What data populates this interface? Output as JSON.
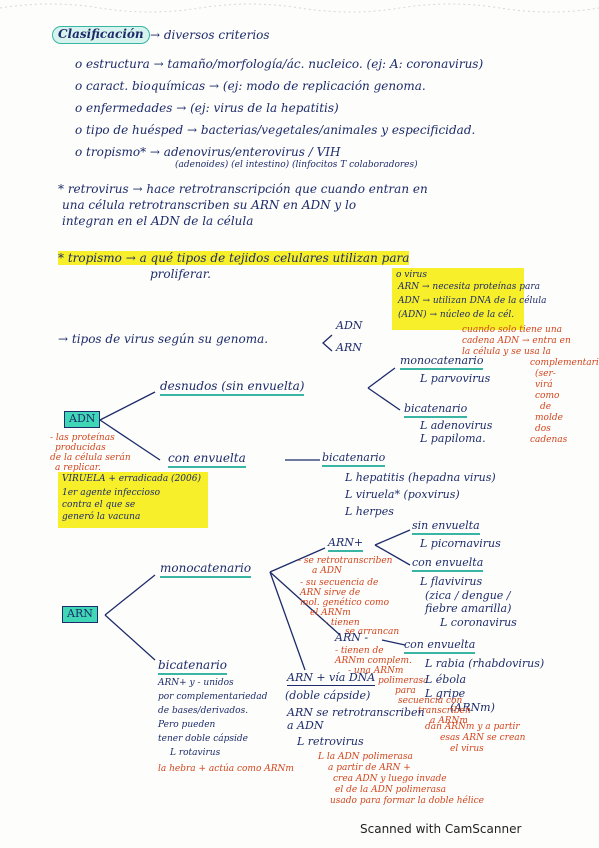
{
  "header": {
    "title": "Clasificación",
    "subtitle": "→ diversos criterios"
  },
  "criteria": [
    "o estructura → tamaño/morfología/ác. nucleico. (ej: A: coronavirus)",
    "o caract. bioquímicas → (ej: modo de replicación genoma.",
    "o enfermedades → (ej: virus de la hepatitis)",
    "o tipo de huésped → bacterias/vegetales/animales y especificidad.",
    "o tropismo* → adenovirus/enterovirus / VIH",
    "(adenoides)  (el intestino)  (linfocitos T colaboradores)"
  ],
  "retro_note": [
    "* retrovirus → hace retrotranscripción que cuando entran en",
    "una célula retrotranscriben su ARN en ADN y lo",
    "integran en el ADN de la célula"
  ],
  "tropismo_note": [
    "* tropismo → a qué tipos de tejidos celulares utilizan para",
    "proliferar."
  ],
  "yellow_box_1": [
    "o virus",
    "ARN → necesita proteínas para",
    "ADN → utilizan DNA de la célula",
    "(ADN) → núcleo de la cél."
  ],
  "genome_title": "→ tipos de virus según su genoma.",
  "genome_types": [
    "ADN",
    "ARN"
  ],
  "red_note_right": [
    "cuando solo tiene una",
    "cadena ADN → entra en",
    "la célula y se usa la",
    "complementaria",
    "(ser-",
    "virá",
    "como",
    "de",
    "molde",
    "dos",
    "cadenas"
  ],
  "adn": {
    "label": "ADN",
    "desnudos": "desnudos (sin envuelta)",
    "monocatenario": "monocatenario",
    "parvovirus": "L parvovirus",
    "bicatenario": "bicatenario",
    "bicat_items": [
      "L adenovirus",
      "L papiloma."
    ],
    "con_envuelta": "con envuelta",
    "bicatenario2": "bicatenario",
    "env_items": [
      "L hepatitis (hepadna virus)",
      "L viruela* (poxvirus)",
      "L herpes"
    ],
    "red_note": [
      "- las proteínas",
      "producidas",
      "de la célula serán",
      "a replicar."
    ]
  },
  "yellow_box_2": [
    "VIRUELA + erradicada (2006)",
    "1er agente infeccioso",
    "contra el que se",
    "generó la vacuna"
  ],
  "arn": {
    "label": "ARN",
    "monocatenario": "monocatenario",
    "arn_plus": "ARN+",
    "plus_notes": [
      "- se retrotranscriben",
      "a ADN",
      "- su secuencia de",
      "ARN sirve de",
      "mol. genético como",
      "el ARNm"
    ],
    "plus_note_extra": [
      "- tienen",
      "se arrancan"
    ],
    "sin_envuelta": "sin envuelta",
    "picornavirus": "L picornavirus",
    "con_envuelta": "con envuelta",
    "flavivirus": [
      "L flavivirus",
      "(zica / dengue /",
      "fiebre amarilla)"
    ],
    "coronavirus": "L coronavirus",
    "arn_minus": "ARN -",
    "minus_notes": [
      "- tienen de",
      "ARNm complem.",
      "- una ARNm",
      "polimerasa",
      "para"
    ],
    "con_envuelta2": "con envuelta",
    "minus_items": [
      "L rabia (rhabdovirus)",
      "L ébola",
      "L gripe",
      "(ARNm)"
    ],
    "minus_red": [
      "secuencia con",
      "transcriben",
      "a ARNm"
    ],
    "bicatenario": "bicatenario",
    "bicat_notes": [
      "ARN+ y - unidos",
      "por complementariedad",
      "de bases/derivados.",
      "Pero pueden",
      "tener doble cápside",
      "L rotavirus"
    ],
    "bicat_red": "la hebra + actúa como ARNm",
    "retro": "ARN + vía DNA",
    "retro_sub": "(doble cápside)",
    "retro_notes": [
      "ARN se retrotranscriben",
      "a ADN",
      "L retrovirus"
    ],
    "retro_red": [
      "L la ADN polimerasa",
      "a partir de ARN +",
      "crea ADN y luego invade",
      "el de la ADN polimerasa",
      "usado para formar la doble hélice"
    ],
    "side_red": [
      "dan ARNm y a partir",
      "esas ARN se crean",
      "el virus"
    ]
  },
  "footer": "Scanned with CamScanner"
}
